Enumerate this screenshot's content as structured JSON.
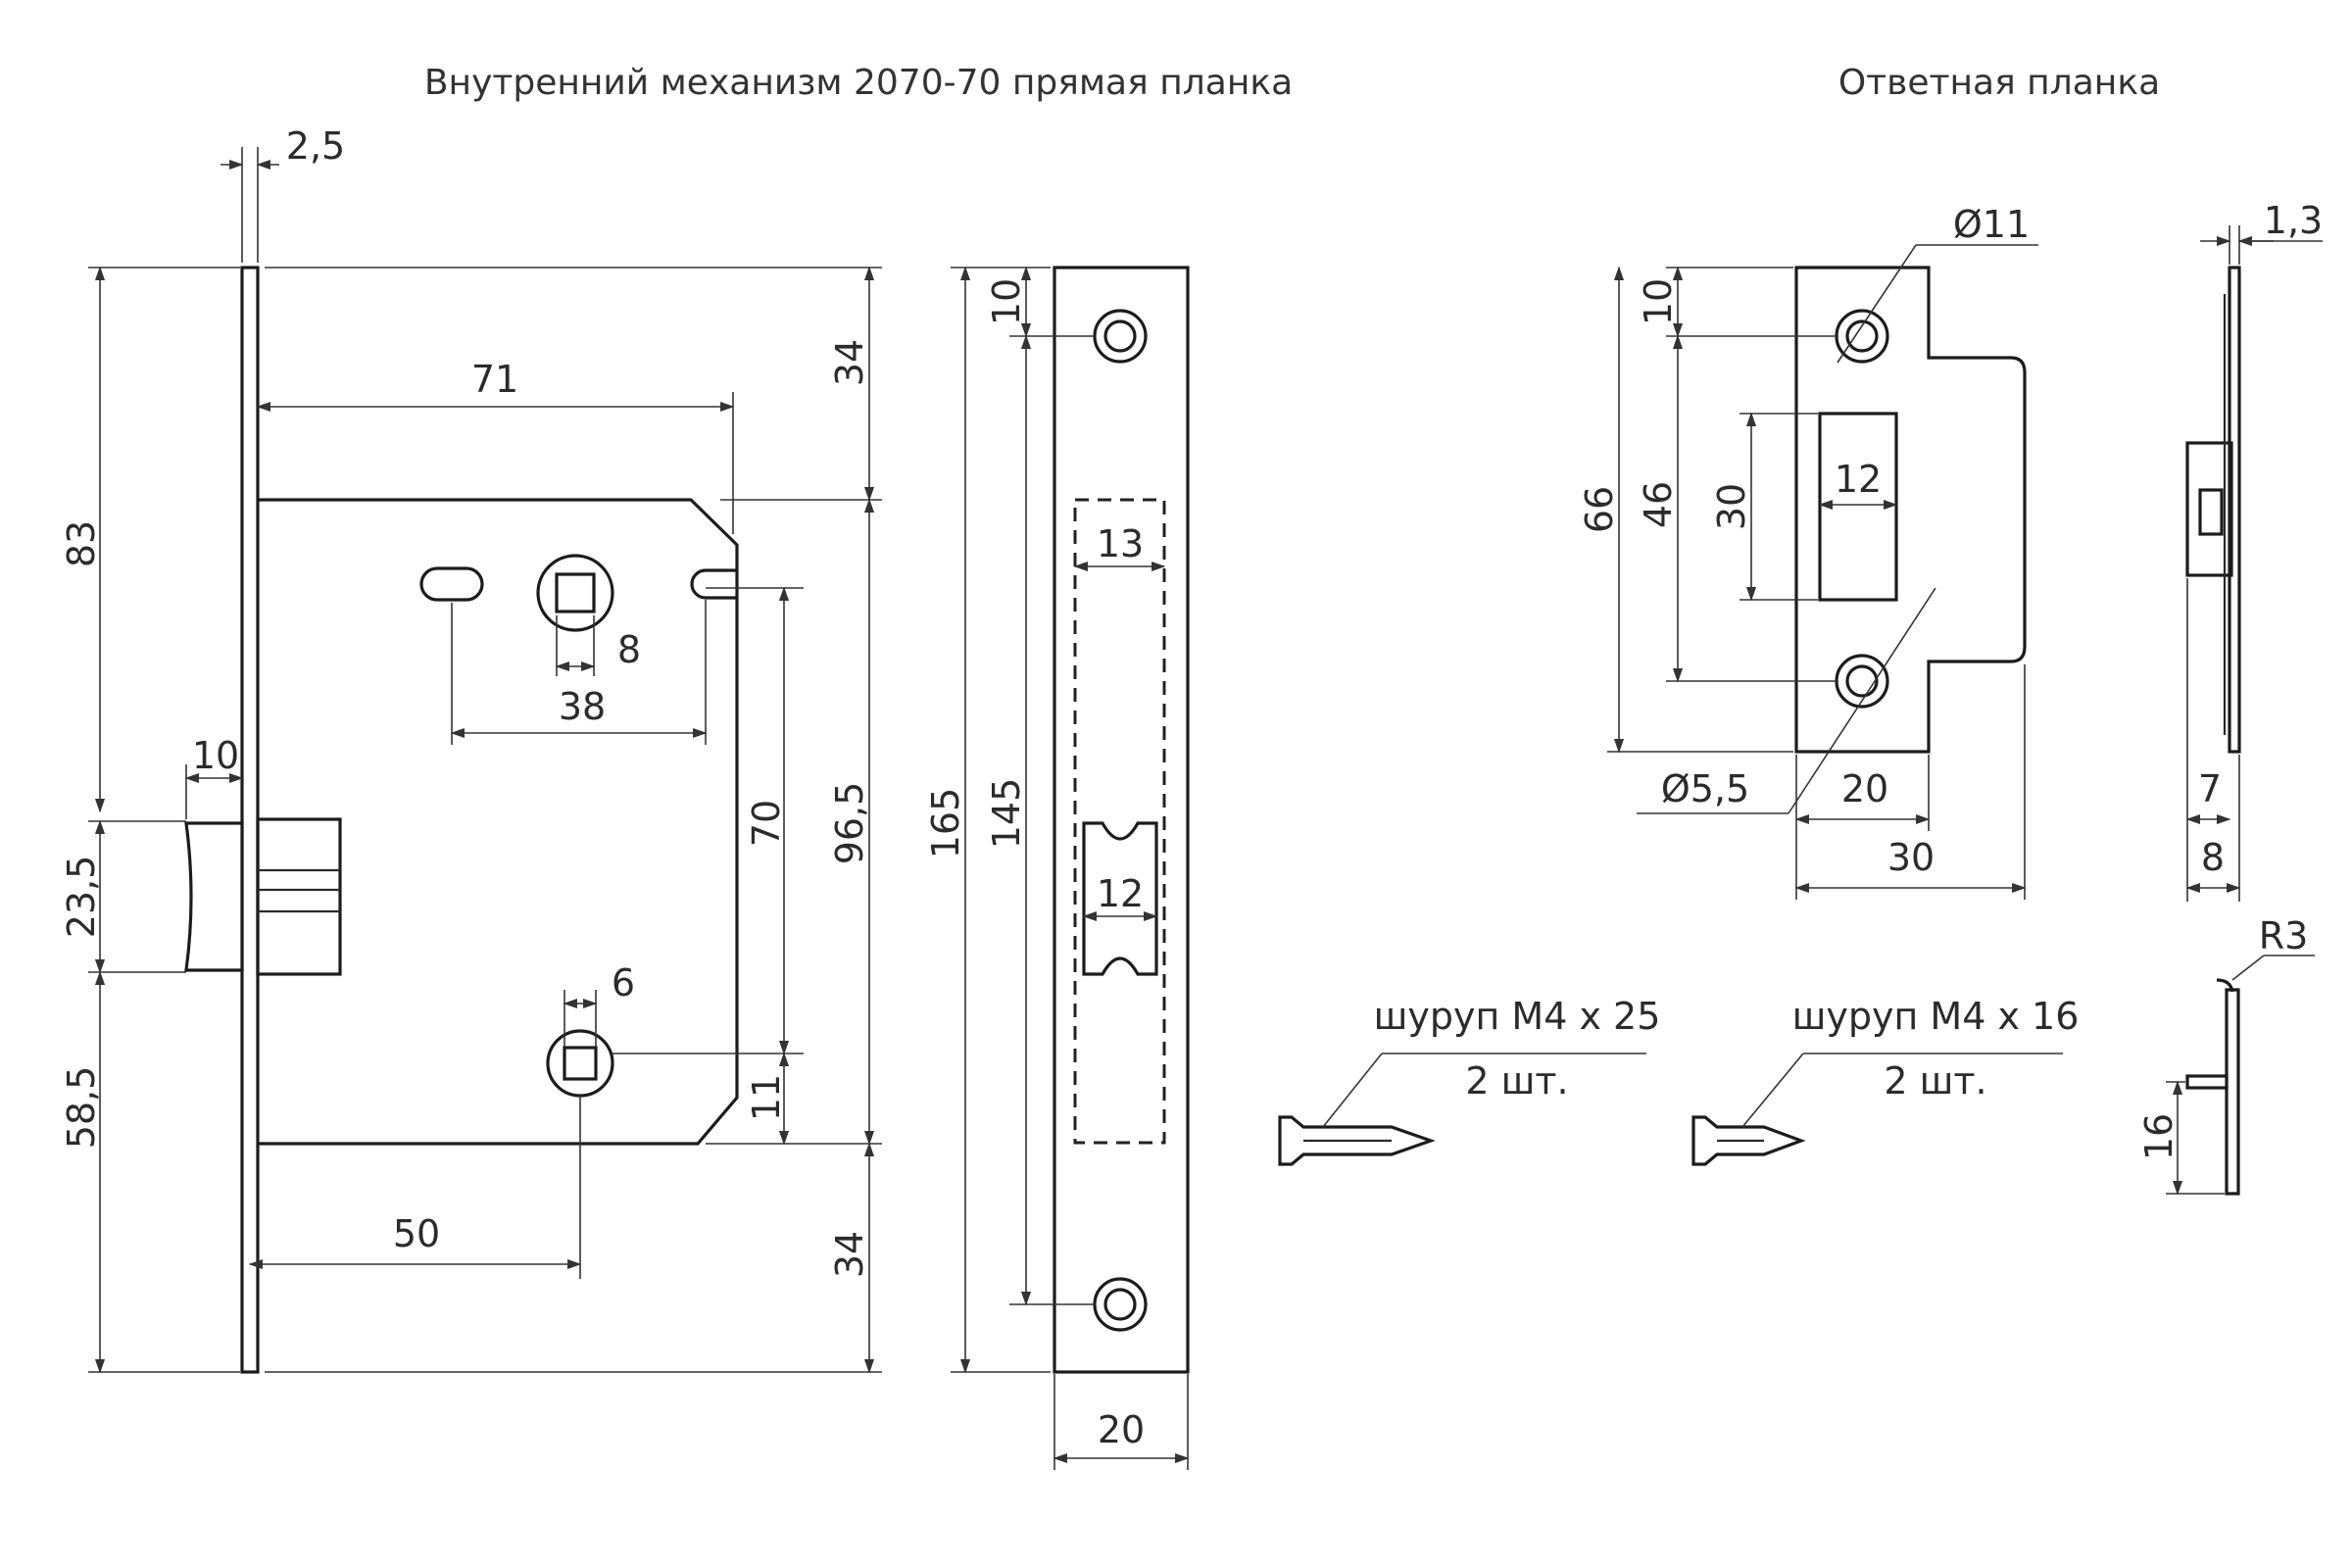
{
  "titles": {
    "mechanism": "Внутренний механизм 2070-70 прямая планка",
    "strike": "Ответная планка"
  },
  "mechanism_dims": {
    "thickness": "2,5",
    "height_top": "83",
    "width_body": "71",
    "top_offset": "34",
    "latch": "10",
    "latch_height": "23,5",
    "lower": "58,5",
    "spindle": "8",
    "spacing": "38",
    "span": "70",
    "body_height": "96,5",
    "cyl": "6",
    "bottom_gap": "11",
    "backset": "50",
    "bottom_offset": "34"
  },
  "faceplate_dims": {
    "total_height": "165",
    "hole_spacing": "145",
    "top_hole": "10",
    "cutout_width": "13",
    "latch_width": "12",
    "plate_width": "20"
  },
  "strike_dims": {
    "hole_dia": "Ø11",
    "top": "10",
    "height": "66",
    "holes": "46",
    "opening": "30",
    "opening_width": "12",
    "screw_dia": "Ø5,5",
    "width_inner": "20",
    "width": "30"
  },
  "side_dims": {
    "thickness": "1,3",
    "depth_a": "7",
    "depth_b": "8",
    "radius": "R3",
    "flange": "16"
  },
  "screws": [
    {
      "label": "шуруп М4 х 25",
      "qty": "2 шт."
    },
    {
      "label": "шуруп М4 х 16",
      "qty": "2 шт."
    }
  ]
}
